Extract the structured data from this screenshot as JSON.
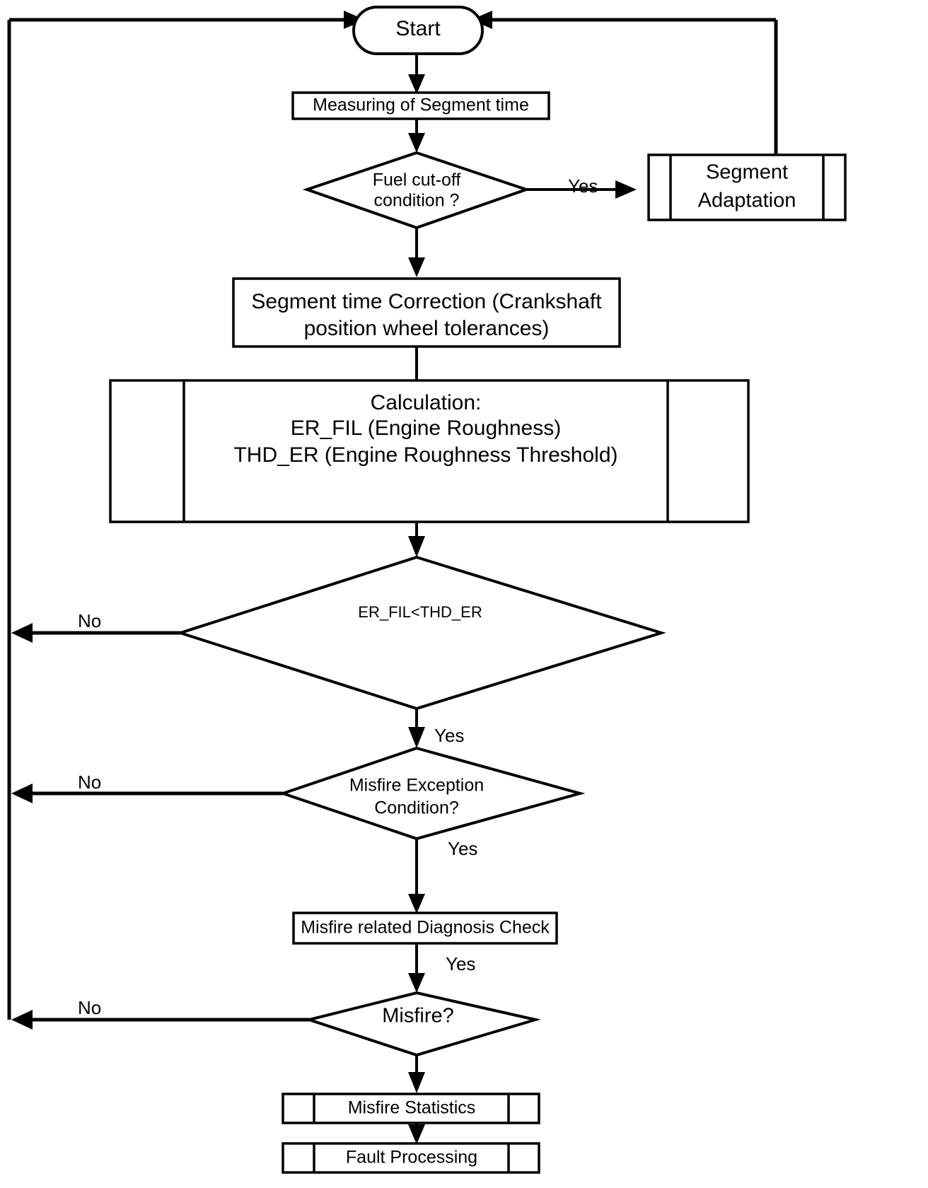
{
  "diagram": {
    "type": "flowchart",
    "title": "Misfire Detection Flowchart",
    "nodes": {
      "start": {
        "shape": "terminator",
        "label": "Start"
      },
      "measure": {
        "shape": "process",
        "label": "Measuring of Segment time"
      },
      "fuel_cutoff": {
        "shape": "decision",
        "line1": "Fuel cut-off",
        "line2": "condition ?"
      },
      "segment_adaptation": {
        "shape": "predefined-process",
        "line1": "Segment",
        "line2": "Adaptation"
      },
      "seg_correction": {
        "shape": "process",
        "line1": "Segment time Correction (Crankshaft",
        "line2": "position wheel tolerances)"
      },
      "calculation": {
        "shape": "predefined-process",
        "line1": "Calculation:",
        "line2": "ER_FIL (Engine Roughness)",
        "line3": "THD_ER (Engine Roughness Threshold)"
      },
      "er_check": {
        "shape": "decision",
        "label": "ER_FIL<THD_ER"
      },
      "misfire_exception": {
        "shape": "decision",
        "line1": "Misfire Exception",
        "line2": "Condition?"
      },
      "diagnosis_check": {
        "shape": "process",
        "label": "Misfire related Diagnosis Check"
      },
      "misfire": {
        "shape": "decision",
        "label": "Misfire?"
      },
      "misfire_statistics": {
        "shape": "predefined-process",
        "label": "Misfire Statistics"
      },
      "fault_processing": {
        "shape": "predefined-process",
        "label": "Fault Processing"
      }
    },
    "edge_labels": {
      "fuel_cutoff_yes": "Yes",
      "er_check_no": "No",
      "er_check_yes": "Yes",
      "misfire_exception_no": "No",
      "misfire_exception_yes": "Yes",
      "diagnosis_yes": "Yes",
      "misfire_no": "No"
    },
    "colors": {
      "stroke": "#000000",
      "fill": "#ffffff",
      "background": "#ffffff"
    }
  }
}
